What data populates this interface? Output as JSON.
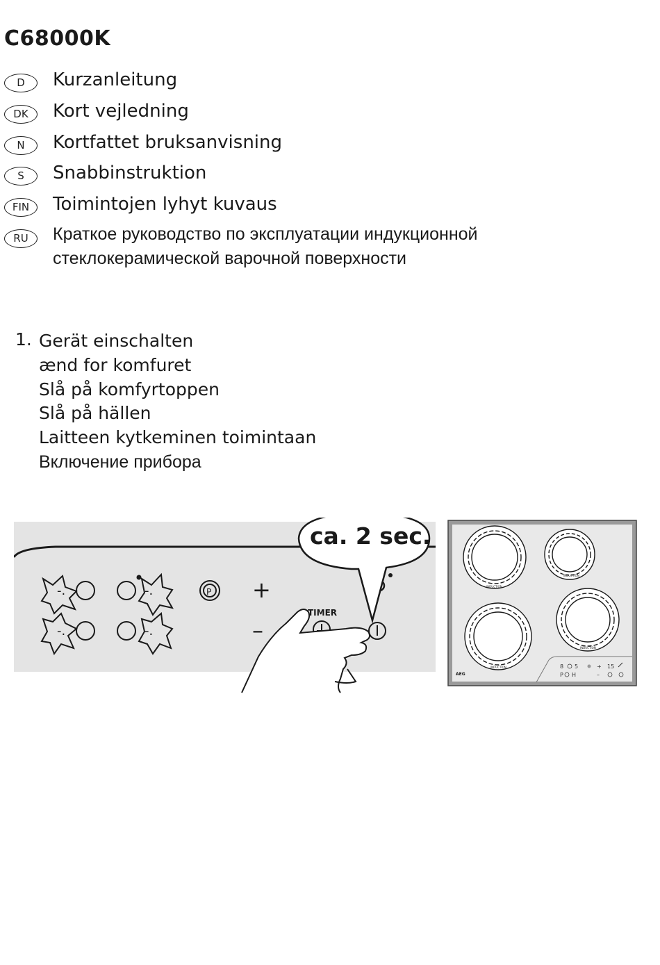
{
  "model": "C68000K",
  "languages": [
    {
      "code": "D",
      "title": "Kurzanleitung"
    },
    {
      "code": "DK",
      "title": "Kort vejledning"
    },
    {
      "code": "N",
      "title": "Kortfattet bruksanvisning"
    },
    {
      "code": "S",
      "title": "Snabbinstruktion"
    },
    {
      "code": "FIN",
      "title": "Toimintojen lyhyt kuvaus"
    },
    {
      "code": "RU",
      "title_line1": "Краткое руководство по эксплуатации индукционной",
      "title_line2": "стеклокерамической варочной поверхности"
    }
  ],
  "step": {
    "number": "1.",
    "lines": [
      "Gerät einschalten",
      "ænd for komfuret",
      "Slå på komfyrtoppen",
      "Slå på hällen",
      "Laitteen kytkeminen toimintaan",
      "Включение прибора"
    ]
  },
  "panel": {
    "callout": "ca. 2 sec.",
    "timer_label": "TIMER",
    "plus": "+",
    "minus": "–"
  },
  "hob": {
    "brand": "AEG",
    "zone_label": "INDUCTION",
    "display_top": [
      "8",
      "5",
      "+",
      "15"
    ],
    "display_bottom": [
      "P",
      "H",
      "–"
    ]
  },
  "colors": {
    "panel_bg": "#e4e4e4",
    "ink": "#1a1a1a",
    "hob_bg": "#e9e9e9"
  }
}
